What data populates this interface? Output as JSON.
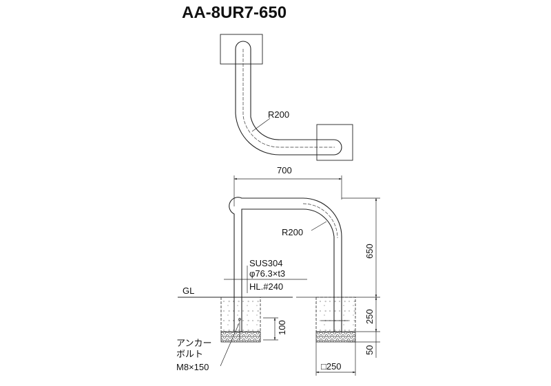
{
  "title": "AA-8UR7-650",
  "top_view": {
    "bend_radius": "R200"
  },
  "front_view": {
    "width": "700",
    "height": "650",
    "bend_radius": "R200",
    "material": "SUS304",
    "pipe_spec": "φ76.3×t3",
    "finish": "HL.#240",
    "ground_line": "GL",
    "embed_depth": "250",
    "base_depth": "50",
    "bolt_depth": "100",
    "anchor_label_1": "アンカー",
    "anchor_label_2": "ボルト",
    "anchor_label_3": "M8×150",
    "foundation_size": "□250"
  }
}
